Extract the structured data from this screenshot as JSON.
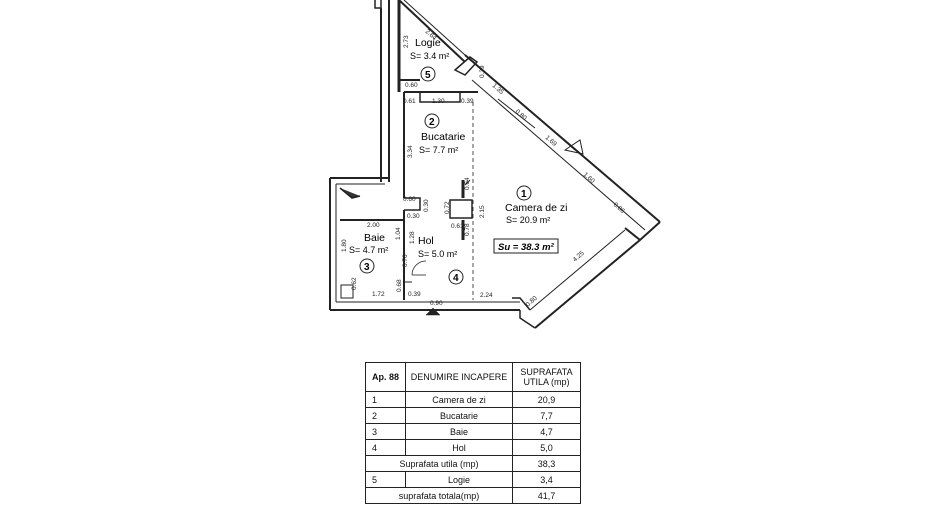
{
  "plan": {
    "rooms": [
      {
        "num": "1",
        "name": "Camera de zi",
        "area": "S= 20.9 m²"
      },
      {
        "num": "2",
        "name": "Bucatarie",
        "area": "S= 7.7 m²"
      },
      {
        "num": "3",
        "name": "Baie",
        "area": "S= 4.7 m²"
      },
      {
        "num": "4",
        "name": "Hol",
        "area": "S= 5.0 m²"
      },
      {
        "num": "5",
        "name": "Logie",
        "area": "S= 3.4 m²"
      }
    ],
    "su_label": "Su = 38.3 m²",
    "dimensions": {
      "d_2_64": "2.64",
      "d_2_73": "2.73",
      "d_0_60_a": "0.60",
      "d_0_61": "0.61",
      "d_1_30": "1.30",
      "d_0_39_a": "0.39",
      "d_0_39_b": "0.39",
      "d_1_35": "1.35",
      "d_0_80_a": "0.80",
      "d_1_69": "1.69",
      "d_1_60": "1.60",
      "d_0_86": "0.86",
      "d_3_34": "3.34",
      "d_0_60_b": "0.60",
      "d_0_30_a": "0.30",
      "d_0_30_b": "0.30",
      "d_0_64": "0.64",
      "d_0_72": "0.72",
      "d_0_61_b": "0.61",
      "d_0_78": "0.78",
      "d_2_15": "2.15",
      "d_2_00": "2.00",
      "d_1_04": "1.04",
      "d_1_28": "1.28",
      "d_1_80": "1.80",
      "d_0_70": "0.70",
      "d_0_62": "0.62",
      "d_1_72": "1.72",
      "d_0_68": "0.68",
      "d_0_39_c": "0.39",
      "d_0_90": "0.90",
      "d_2_24": "2.24",
      "d_4_25": "4.25",
      "d_0_80_b": "0.80"
    }
  },
  "table": {
    "header": {
      "ap": "Ap. 88",
      "name": "DENUMIRE INCAPERE",
      "area_line1": "SUPRAFATA",
      "area_line2": "UTILA (mp)"
    },
    "rows": [
      {
        "no": "1",
        "name": "Camera de zi",
        "area": "20,9"
      },
      {
        "no": "2",
        "name": "Bucatarie",
        "area": "7,7"
      },
      {
        "no": "3",
        "name": "Baie",
        "area": "4,7"
      },
      {
        "no": "4",
        "name": "Hol",
        "area": "5,0"
      }
    ],
    "useful_total": {
      "label": "Suprafata utila (mp)",
      "area": "38,3"
    },
    "logia_row": {
      "no": "5",
      "name": "Logie",
      "area": "3,4"
    },
    "grand_total": {
      "label": "suprafata totala(mp)",
      "area": "41,7"
    }
  }
}
